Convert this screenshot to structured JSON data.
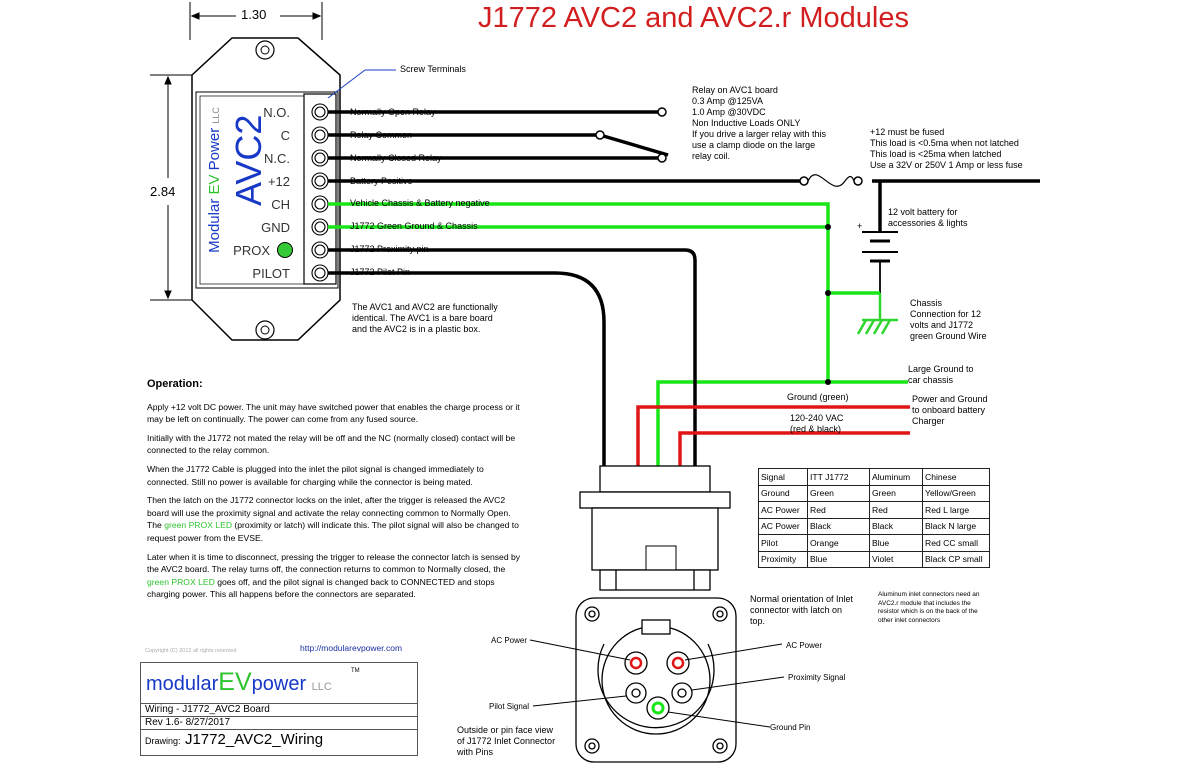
{
  "title": "J1772 AVC2 and AVC2.r Modules",
  "dimensions": {
    "width": "1.30",
    "height": "2.84"
  },
  "module": {
    "brand": "Modular EV Power LLC",
    "brand_parts": {
      "pre": "Modular ",
      "ev": "EV",
      "post": " Power ",
      "llc": "LLC"
    },
    "model": "AVC2",
    "terminals": [
      "N.O.",
      "C",
      "N.C.",
      "+12",
      "CH",
      "GND",
      "PROX",
      "PILOT"
    ],
    "screw_terminals_label": "Screw Terminals"
  },
  "wire_labels": [
    "Normally Open Relay",
    "Relay Common",
    "Normally Closed Relay",
    "Battery Positive",
    "Vehicle Chassis & Battery negative",
    "J1772 Green Ground & Chassis",
    "J1772 Proximity pin",
    "J1772 Pilot Pin"
  ],
  "notes": {
    "relay": [
      "Relay on AVC1 board",
      "0.3 Amp @125VA",
      "1.0 Amp @30VDC",
      "Non Inductive Loads ONLY",
      "If you drive a larger relay with this",
      "use a clamp diode on the large",
      "relay coil."
    ],
    "fuse": [
      "+12 must be fused",
      "This load is <0.5ma when not latched",
      "This load is <25ma when latched",
      "Use a 32V or 250V 1 Amp or less fuse"
    ],
    "battery": [
      "12 volt battery for",
      "accessories & lights"
    ],
    "battery_plus": "+",
    "chassis": [
      "Chassis",
      "Connection for 12",
      "volts and J1772",
      "green Ground Wire"
    ],
    "avc1": [
      "The AVC1 and AVC2 are functionally",
      "identical.  The AVC1 is a bare board",
      "and the AVC2 is in a plastic box."
    ],
    "large_ground": [
      "Large Ground to",
      "car chassis"
    ],
    "ground_green": "Ground (green)",
    "power_ground": [
      "Power and Ground",
      "to onboard battery",
      "Charger"
    ],
    "vac": [
      "120-240 VAC",
      "(red & black)"
    ],
    "orientation": [
      "Normal orientation of Inlet",
      "connector with latch on",
      "top."
    ],
    "aluminum": [
      "Aluminum inlet connectors need an",
      "AVC2.r module that includes the",
      "resistor which is on the back of the",
      "other inlet connectors"
    ],
    "pin_face": [
      "Outside or pin face view",
      "of J1772 Inlet Connector",
      "with Pins"
    ]
  },
  "pin_labels": {
    "ac_left": "AC Power",
    "ac_right": "AC Power",
    "proximity": "Proximity Signal",
    "pilot": "Pilot Signal",
    "ground": "Ground Pin"
  },
  "operation": {
    "heading": "Operation:",
    "p1": "Apply +12 volt DC power.  The unit may have switched power that enables the charge process or it may be left on continually.  The power can come from any fused source.",
    "p2": "Initially with the J1772 not mated the relay will be off and the NC (normally closed) contact will be connected to the relay common.",
    "p3": "When the J1772 Cable is plugged into the inlet the pilot signal is changed immediately to connected.  Still no power is available for charging while the connector is being mated.",
    "p4a": "Then the latch on the J1772 connector locks on the inlet, after the trigger is released the AVC2 board will use the proximity signal and activate the relay connecting common to Normally Open.  The ",
    "p4g": "green PROX LED",
    "p4b": " (proximity or latch) will indicate this.  The pilot signal will also be changed to request power from the EVSE.",
    "p5a": "Later when it is time to disconnect, pressing the trigger to release the connector latch is sensed by the AVC2 board.  The relay turns off, the connection returns to common to Normally closed, the ",
    "p5g": "green PROX LED",
    "p5b": " goes off, and the pilot signal is changed back to CONNECTED and stops charging power.  This all happens before the connectors are separated."
  },
  "color_table": {
    "header": [
      "Signal",
      "ITT J1772",
      "Aluminum",
      "Chinese"
    ],
    "rows": [
      [
        "Ground",
        "Green",
        "Green",
        "Yellow/Green"
      ],
      [
        "AC Power",
        "Red",
        "Red",
        "Red L large"
      ],
      [
        "AC Power",
        "Black",
        "Black",
        "Black N large"
      ],
      [
        "Pilot",
        "Orange",
        "Blue",
        "Red CC small"
      ],
      [
        "Proximity",
        "Blue",
        "Violet",
        "Black CP small"
      ]
    ]
  },
  "footer": {
    "copyright": "Copyright (C) 2012 all rights reserved",
    "url": "http://modularevpower.com",
    "logo_pre": "modular",
    "logo_ev": "EV",
    "logo_post": "power",
    "logo_llc": "LLC",
    "logo_tm": "TM",
    "wiring": "Wiring - J1772_AVC2  Board",
    "rev": "Rev 1.6- 8/27/2017",
    "drawing_label": "Drawing:",
    "drawing_value": "J1772_AVC2_Wiring"
  },
  "colors": {
    "title_red": "#d21e1e",
    "wire_green": "#19e619",
    "wire_red": "#e01616",
    "brand_blue": "#1838c8",
    "led_green": "#35c935"
  }
}
